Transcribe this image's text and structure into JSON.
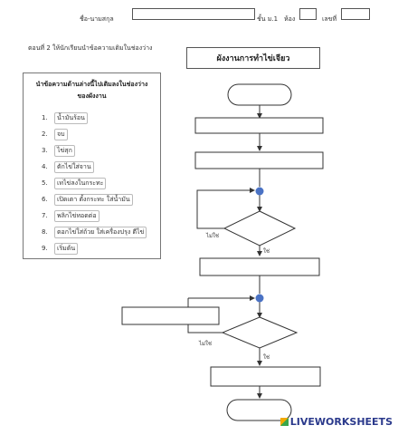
{
  "header": {
    "name_label": "ชื่อ-นามสกุล",
    "grade_label": "ชั้น ม.1",
    "room_label": "ห้อง",
    "number_label": "เลขที่",
    "name_value": "",
    "room_value": "",
    "number_value": ""
  },
  "instruction": "ตอนที่ 2  ให้นักเรียนนำข้อความเติมในช่องว่าง",
  "chart_title": "ผังงานการทำไข่เจียว",
  "panel": {
    "title_line1": "นำข้อความด้านล่างนี้ไปเติมลงในช่องว่าง",
    "title_line2": "ของผังงาน",
    "items": [
      {
        "num": "1.",
        "text": "น้ำมันร้อน"
      },
      {
        "num": "2.",
        "text": "จบ"
      },
      {
        "num": "3.",
        "text": "ไข่สุก"
      },
      {
        "num": "4.",
        "text": "ตักไข่ใส่จาน"
      },
      {
        "num": "5.",
        "text": "เทไข่ลงในกระทะ"
      },
      {
        "num": "6.",
        "text": "เปิดเตา ตั้งกระทะ ใส่น้ำมัน"
      },
      {
        "num": "7.",
        "text": "พลิกไข่ทอดต่อ"
      },
      {
        "num": "8.",
        "text": "ตอกไข่ใส่ถ้วย ใส่เครื่องปรุง ตีไข่"
      },
      {
        "num": "9.",
        "text": "เริ่มต้น"
      }
    ]
  },
  "flow": {
    "no_label_1": "ไม่ใช่",
    "yes_label_1": "ใช่",
    "no_label_2": "ไม่ใช่",
    "yes_label_2": "ใช่"
  },
  "brand": "LIVEWORKSHEETS",
  "colors": {
    "connector": "#4a72c4",
    "brand": "#2b3a8c"
  }
}
